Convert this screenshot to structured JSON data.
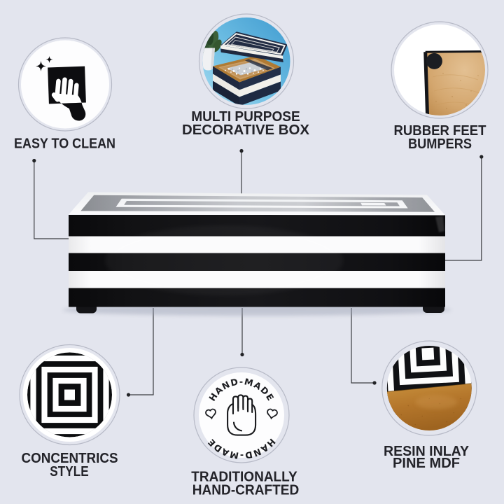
{
  "page": {
    "background_color": "#e3e5ee",
    "text_color": "#232329",
    "connector_color": "#3c3d41",
    "ring_color": "#b6b9c6"
  },
  "product": {
    "description": "black and white striped decorative box with concentric inlay lid"
  },
  "callouts": [
    {
      "id": "easy-to-clean",
      "icon": "cleaning-hand-cloth-icon",
      "label_lines": [
        "EASY TO CLEAN"
      ]
    },
    {
      "id": "multi-purpose-decorative-box",
      "icon": "open-box-photo",
      "label_lines": [
        "MULTI PURPOSE",
        "DECORATIVE BOX"
      ]
    },
    {
      "id": "rubber-feet-bumpers",
      "icon": "box-bottom-corner-photo",
      "label_lines": [
        "RUBBER FEET",
        "BUMPERS"
      ]
    },
    {
      "id": "concentrics-style",
      "icon": "concentric-squares-icon",
      "label_lines": [
        "CONCENTRICS",
        "STYLE"
      ]
    },
    {
      "id": "traditionally-hand-crafted",
      "icon": "hand-made-badge-icon",
      "label_lines": [
        "TRADITIONALLY",
        "HAND-CRAFTED"
      ]
    },
    {
      "id": "resin-inlay-pine-mdf",
      "icon": "inlay-wood-corner-photo",
      "label_lines": [
        "RESIN INLAY",
        "PINE MDF"
      ]
    }
  ],
  "badge": {
    "arc_top_text": "HAND-MADE",
    "arc_bottom_text": "HAND-MADE"
  }
}
